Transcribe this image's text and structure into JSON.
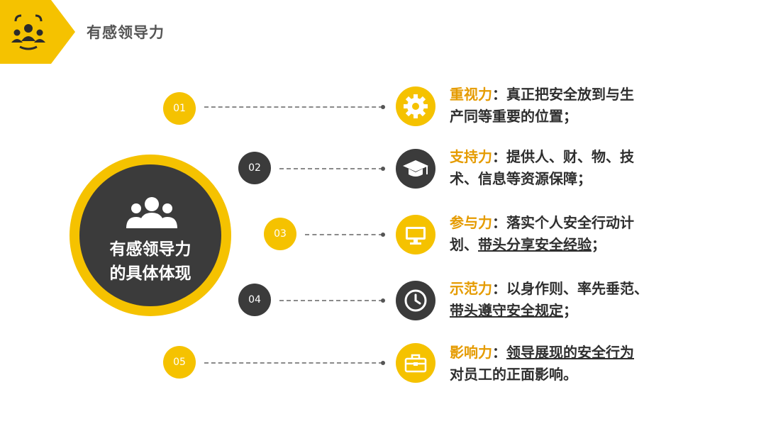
{
  "header": {
    "title": "有感领导力",
    "badge_icon": "team-icon"
  },
  "center": {
    "line1": "有感领导力",
    "line2": "的具体体现",
    "icon": "people-icon"
  },
  "colors": {
    "accent": "#f5c200",
    "dark": "#3b3b3b",
    "keyword": "#e59b00"
  },
  "items": [
    {
      "num": "01",
      "keyword": "重视力",
      "sep": "：",
      "line1": "真正把安全放到与生",
      "line2": "产同等重要的位置；",
      "icon": "gear-icon"
    },
    {
      "num": "02",
      "keyword": "支持力",
      "sep": "：",
      "line1": "提供人、财、物、技",
      "line2": "术、信息等资源保障；",
      "icon": "graduation-cap-icon"
    },
    {
      "num": "03",
      "keyword": "参与力",
      "sep": "：",
      "line1": "落实个人安全行动计",
      "line2a": "划、",
      "line2u": "带头分享安全经验",
      "line2b": "；",
      "icon": "monitor-icon"
    },
    {
      "num": "04",
      "keyword": "示范力",
      "sep": "：",
      "line1": "以身作则、率先垂范、",
      "line2u": "带头遵守安全规定",
      "line2b": "；",
      "icon": "clock-icon"
    },
    {
      "num": "05",
      "keyword": "影响力",
      "sep": "：",
      "line1u": "领导展现的安全行为",
      "line2": "对员工的正面影响。",
      "icon": "toolbox-icon"
    }
  ]
}
